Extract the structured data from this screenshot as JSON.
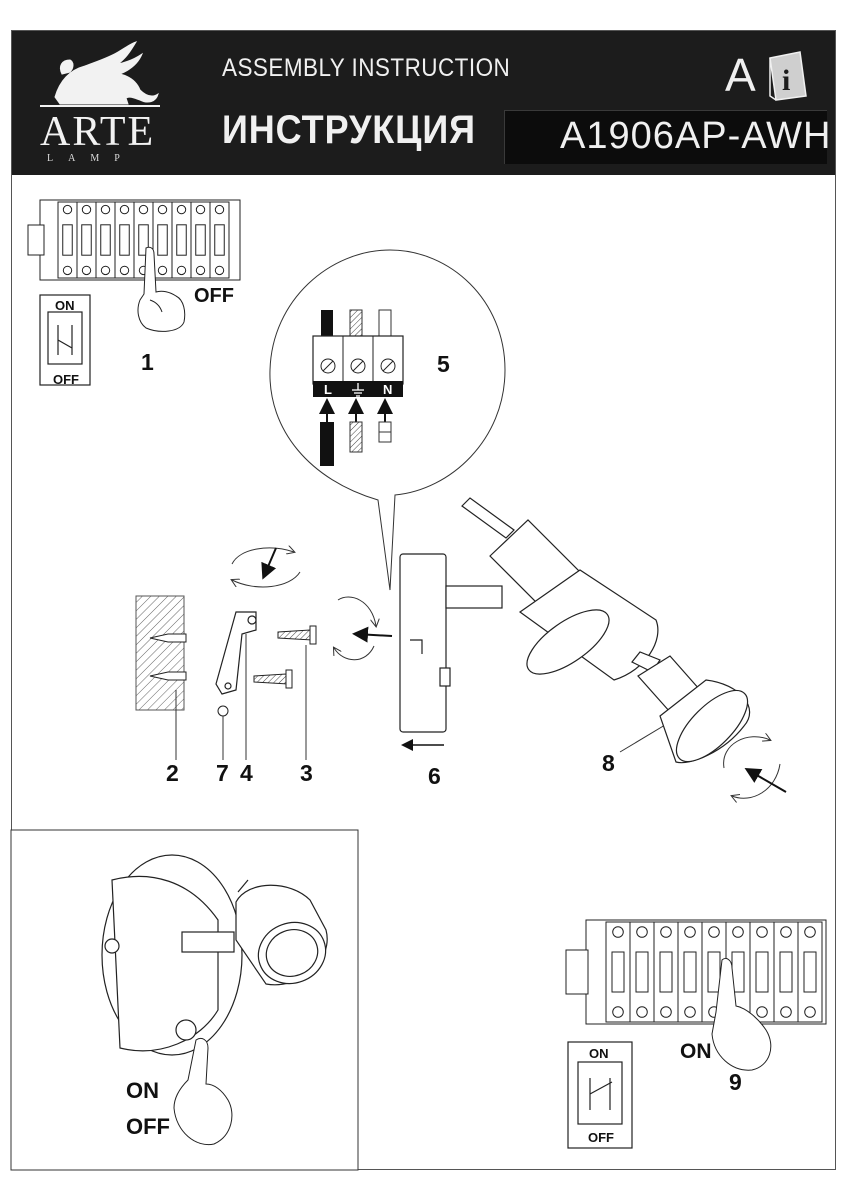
{
  "header": {
    "brand_name": "ARTE",
    "brand_subtitle": "LAMP",
    "title_en": "ASSEMBLY INSTRUCTION",
    "title_ru": "ИНСТРУКЦИЯ",
    "model": "A1906AP-AWH",
    "language_mark": "A",
    "info_icon": "i",
    "logo_icon": "griffin-logo-icon"
  },
  "step1": {
    "number": "1",
    "off_label": "OFF",
    "switch_on": "ON",
    "switch_off": "OFF"
  },
  "wiring": {
    "number": "5",
    "terminal_l": "L",
    "terminal_n": "N",
    "ground_icon": "ground-symbol-icon"
  },
  "parts": {
    "p2": "2",
    "p7": "7",
    "p4": "4",
    "p3": "3",
    "p6": "6",
    "p8": "8"
  },
  "usage": {
    "on_label": "ON",
    "off_label": "OFF"
  },
  "step9": {
    "number": "9",
    "on_label": "ON",
    "switch_on": "ON",
    "switch_off": "OFF"
  },
  "colors": {
    "header_bg": "#1c1c1c",
    "header_text": "#f0f0f0",
    "line": "#1a1a1a"
  }
}
